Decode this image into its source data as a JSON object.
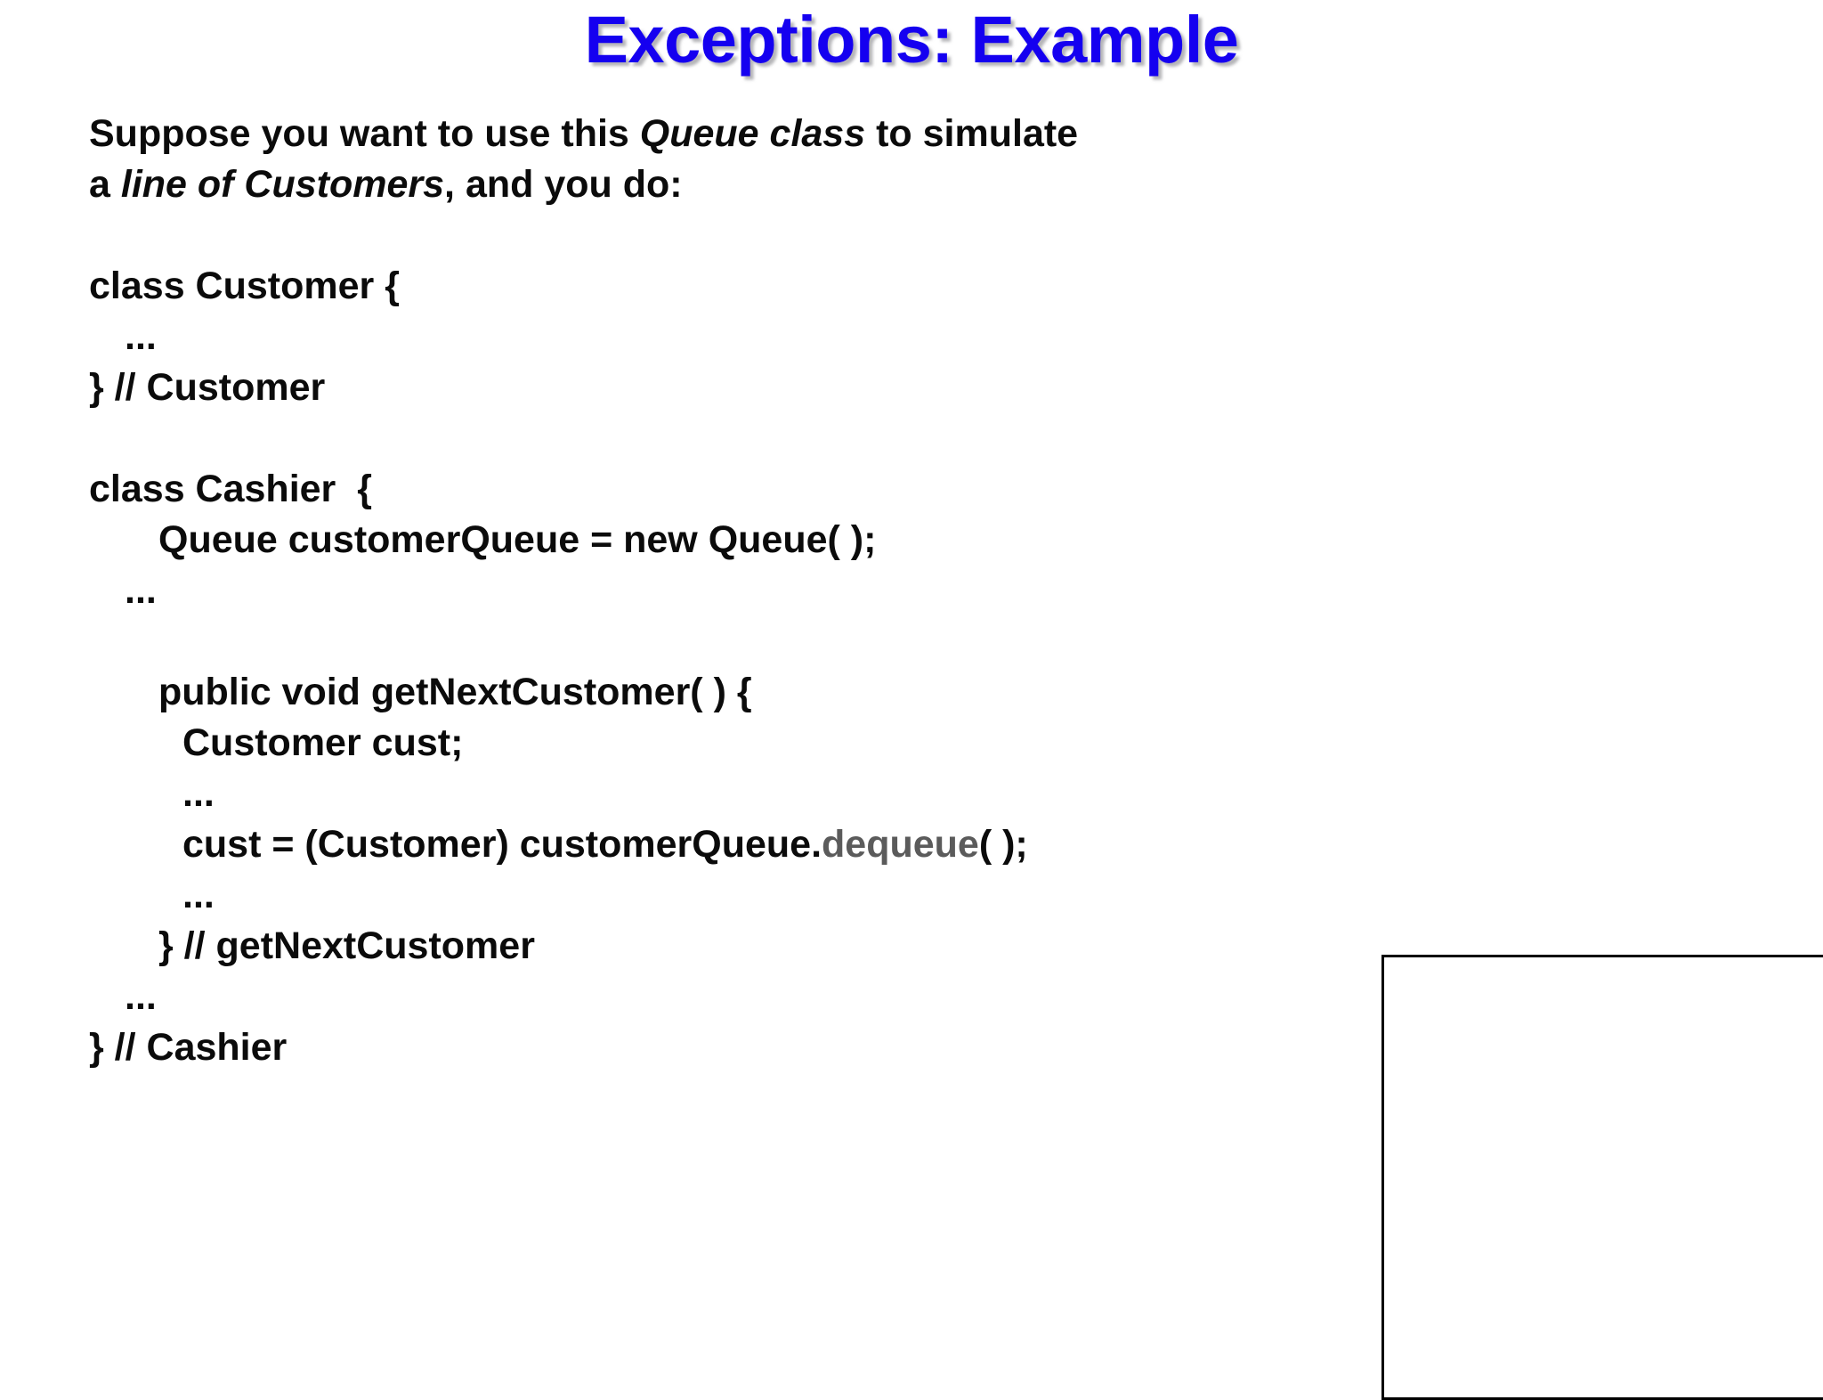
{
  "slide": {
    "title": "Exceptions: Example",
    "title_color": "#1500f0",
    "background_color": "#ffffff",
    "body_color": "#0b0b0b",
    "accent_gray": "#5b5b5b"
  },
  "intro": {
    "line1_a": "Suppose you want to use this ",
    "line1_em": "Queue class",
    "line1_b": " to simulate",
    "line2_a": "a ",
    "line2_em": "line of Customers",
    "line2_b": ", and you do:"
  },
  "code": {
    "customer_class_open": "class Customer {",
    "customer_ellipsis": "...",
    "customer_class_close": "} // Customer",
    "cashier_class_open": "class Cashier  {",
    "queue_decl": "Queue customerQueue = new Queue( );",
    "cashier_ellipsis_1": "...",
    "method_open": "public void getNextCustomer( ) {",
    "cust_decl": "Customer cust;",
    "method_ellipsis_1": "...",
    "dequeue_a": "cust = (Customer) customerQueue.",
    "dequeue_em": "dequeue",
    "dequeue_b": "( );",
    "method_ellipsis_2": "...",
    "method_close": "} // getNextCustomer",
    "cashier_ellipsis_2": "...",
    "cashier_class_close": "} // Cashier"
  },
  "callout": {
    "label": "",
    "border_color": "#000000"
  }
}
